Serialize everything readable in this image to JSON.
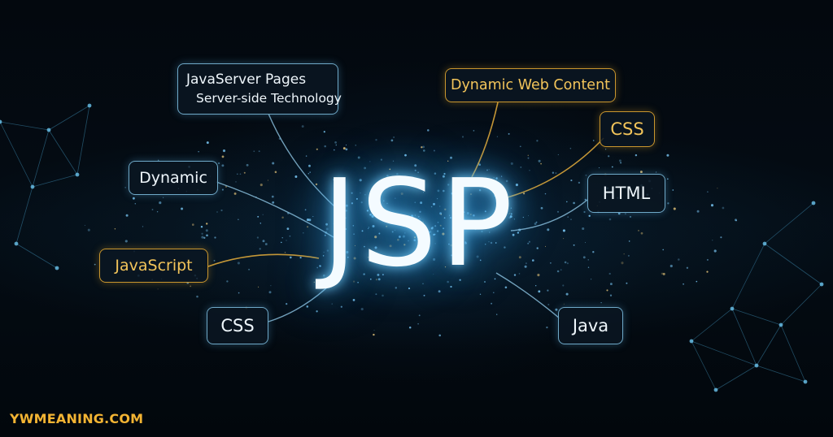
{
  "hero": {
    "text": "JSP"
  },
  "bubbles": {
    "jsp_title": "JavaServer Pages",
    "jsp_subtitle": "Server-side Technology",
    "dynamic": "Dynamic",
    "javascript": "JavaScript",
    "css_left": "CSS",
    "dynamic_web_content": "Dynamic Web Content",
    "css_right": "CSS",
    "html": "HTML",
    "java": "Java"
  },
  "brand": {
    "text": "YWMEANING.COM"
  },
  "colors": {
    "accent_blue": "#6fa9c8",
    "accent_gold": "#c9962e",
    "brand": "#f3b433",
    "glow": "#78d2ff"
  }
}
